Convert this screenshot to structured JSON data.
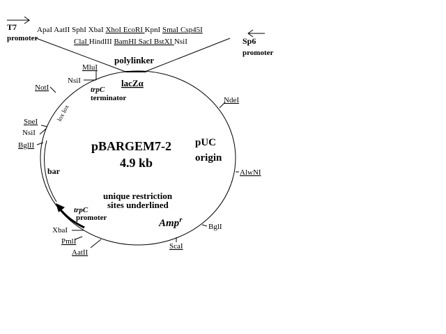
{
  "plasmid": {
    "name": "pBARGEM7-2",
    "size": "4.9  kb"
  },
  "note": {
    "line1": "unique restriction",
    "line2": "sites underlined"
  },
  "promoters": {
    "t7": {
      "name": "T7",
      "label": "promoter"
    },
    "sp6": {
      "name": "Sp6",
      "label": "promoter"
    }
  },
  "polylinker": {
    "label": "polylinker",
    "row1": [
      {
        "name": "ApaI",
        "unique": false
      },
      {
        "name": "AatII",
        "unique": false
      },
      {
        "name": "SphI",
        "unique": false
      },
      {
        "name": "XbaI",
        "unique": false
      },
      {
        "name": "XhoI",
        "unique": true
      },
      {
        "name": "EcoRI",
        "unique": true
      },
      {
        "name": "KpnI",
        "unique": false
      },
      {
        "name": "SmaI",
        "unique": true
      },
      {
        "name": "Csp45I",
        "unique": true
      }
    ],
    "row2": [
      {
        "name": "ClaI",
        "unique": true
      },
      {
        "name": "HindIII",
        "unique": false
      },
      {
        "name": "BamHI",
        "unique": true
      },
      {
        "name": "SacI",
        "unique": true
      },
      {
        "name": "BstXI",
        "unique": true
      },
      {
        "name": "NsiI",
        "unique": false
      }
    ]
  },
  "features": {
    "lacz": "lacZα",
    "trpc_term_gene": "trpC",
    "trpc_term_label": "terminator",
    "lox": "lox lox",
    "bar": "bar",
    "trpc_prom_gene": "trpC",
    "trpc_prom_label": "promoter",
    "amp": "Amp",
    "amp_sup": "r",
    "puc1": "pUC",
    "puc2": "origin"
  },
  "sites": {
    "mlui": "MluI",
    "nsi1": "NsiI",
    "noti": "NotI",
    "spei": "SpeI",
    "nsi2": "NsiI",
    "bglii": "BglII",
    "xbai": "XbaI",
    "pmli": "PmlI",
    "aatii": "AatII",
    "scai": "ScaI",
    "bgli": "BglI",
    "alwni": "AlwNI",
    "ndei": "NdeI"
  }
}
